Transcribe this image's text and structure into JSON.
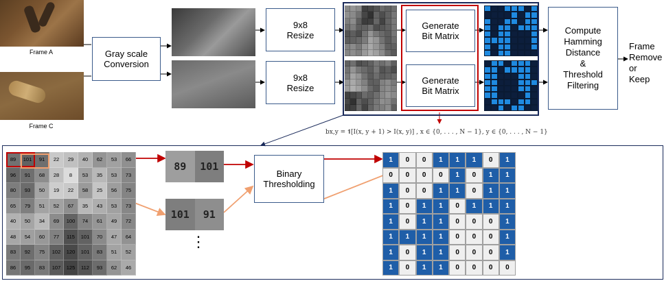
{
  "frames": {
    "a_label": "Frame A",
    "c_label": "Frame C"
  },
  "boxes": {
    "grayscale": "Gray scale\nConversion",
    "resize_top": "9x8\nResize",
    "resize_bottom": "9x8\nResize",
    "bitmatrix_top": "Generate\nBit Matrix",
    "bitmatrix_bottom": "Generate\nBit Matrix",
    "hamming": "Compute\nHamming\nDistance\n&\nThreshold\nFiltering",
    "binary": "Binary\nThresholding"
  },
  "output_label": "Frame Remove\nor\nKeep",
  "formula": "b_{x,y} = 1[I(x, y+1) > I(x, y)],   x ∈ {0,…,N−1},   y ∈ {0,…,N−1}",
  "formula_display": "bx,y = 𝟏[I(x, y + 1) > I(x, y)] ,    x ∈ {0, . . . , N − 1},    y ∈ {0, . . . , N − 1}",
  "pixel_grid": [
    [
      89,
      101,
      91,
      22,
      29,
      40,
      62,
      53,
      66
    ],
    [
      96,
      91,
      68,
      28,
      8,
      53,
      35,
      53,
      73
    ],
    [
      80,
      93,
      50,
      19,
      22,
      58,
      25,
      56,
      75
    ],
    [
      65,
      79,
      51,
      52,
      67,
      35,
      43,
      53,
      73
    ],
    [
      40,
      50,
      34,
      69,
      100,
      74,
      61,
      49,
      72
    ],
    [
      48,
      54,
      60,
      77,
      115,
      101,
      70,
      47,
      64
    ],
    [
      83,
      92,
      75,
      102,
      120,
      101,
      83,
      51,
      52
    ],
    [
      86,
      95,
      83,
      107,
      125,
      112,
      93,
      62,
      46
    ]
  ],
  "pairs": [
    [
      "89",
      "101"
    ],
    [
      "101",
      "91"
    ]
  ],
  "ellipsis": "⋮",
  "bit_matrix": [
    [
      1,
      0,
      0,
      1,
      1,
      1,
      0,
      1
    ],
    [
      0,
      0,
      0,
      0,
      1,
      0,
      1,
      1
    ],
    [
      1,
      0,
      0,
      1,
      1,
      0,
      1,
      1
    ],
    [
      1,
      0,
      1,
      1,
      0,
      1,
      1,
      1
    ],
    [
      1,
      0,
      1,
      1,
      0,
      0,
      0,
      1
    ],
    [
      1,
      1,
      1,
      1,
      0,
      0,
      0,
      1
    ],
    [
      1,
      0,
      1,
      1,
      0,
      0,
      0,
      1
    ],
    [
      1,
      0,
      1,
      1,
      0,
      0,
      0,
      0
    ]
  ],
  "colors": {
    "blue": "#1f5ea8",
    "red": "#c00000",
    "orange": "#f0a070",
    "navy": "#1a2a5a"
  }
}
